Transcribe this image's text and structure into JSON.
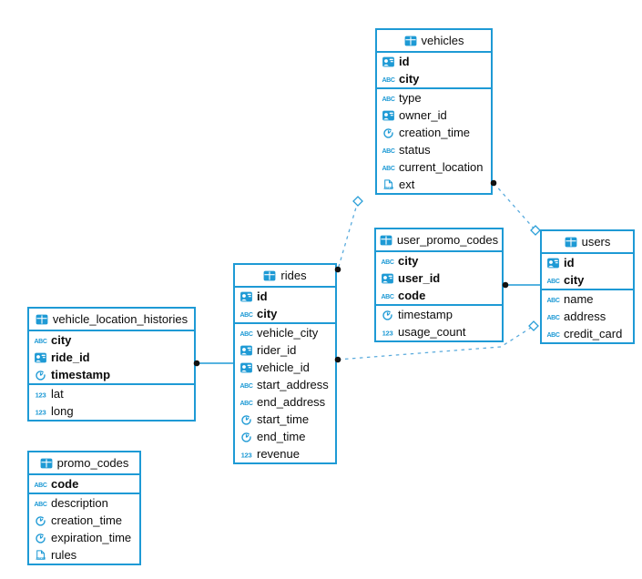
{
  "diagram": {
    "background_color": "#ffffff",
    "accent_color": "#1e9ad5",
    "relation_dash_color": "#5aabdd",
    "endpoint_dot_color": "#111111",
    "tables": [
      {
        "name": "vehicles",
        "icon": "table-icon",
        "primary_keys": [
          {
            "name": "id",
            "icon": "uuid-icon"
          },
          {
            "name": "city",
            "icon": "text-icon"
          }
        ],
        "columns": [
          {
            "name": "type",
            "icon": "text-icon"
          },
          {
            "name": "owner_id",
            "icon": "uuid-icon"
          },
          {
            "name": "creation_time",
            "icon": "time-icon"
          },
          {
            "name": "status",
            "icon": "text-icon"
          },
          {
            "name": "current_location",
            "icon": "text-icon"
          },
          {
            "name": "ext",
            "icon": "json-icon"
          }
        ]
      },
      {
        "name": "user_promo_codes",
        "icon": "table-icon",
        "primary_keys": [
          {
            "name": "city",
            "icon": "text-icon"
          },
          {
            "name": "user_id",
            "icon": "uuid-icon"
          },
          {
            "name": "code",
            "icon": "text-icon"
          }
        ],
        "columns": [
          {
            "name": "timestamp",
            "icon": "time-icon"
          },
          {
            "name": "usage_count",
            "icon": "number-icon"
          }
        ]
      },
      {
        "name": "users",
        "icon": "table-icon",
        "primary_keys": [
          {
            "name": "id",
            "icon": "uuid-icon"
          },
          {
            "name": "city",
            "icon": "text-icon"
          }
        ],
        "columns": [
          {
            "name": "name",
            "icon": "text-icon"
          },
          {
            "name": "address",
            "icon": "text-icon"
          },
          {
            "name": "credit_card",
            "icon": "text-icon"
          }
        ]
      },
      {
        "name": "rides",
        "icon": "table-icon",
        "primary_keys": [
          {
            "name": "id",
            "icon": "uuid-icon"
          },
          {
            "name": "city",
            "icon": "text-icon"
          }
        ],
        "columns": [
          {
            "name": "vehicle_city",
            "icon": "text-icon"
          },
          {
            "name": "rider_id",
            "icon": "uuid-icon"
          },
          {
            "name": "vehicle_id",
            "icon": "uuid-icon"
          },
          {
            "name": "start_address",
            "icon": "text-icon"
          },
          {
            "name": "end_address",
            "icon": "text-icon"
          },
          {
            "name": "start_time",
            "icon": "time-icon"
          },
          {
            "name": "end_time",
            "icon": "time-icon"
          },
          {
            "name": "revenue",
            "icon": "number-icon"
          }
        ]
      },
      {
        "name": "vehicle_location_histories",
        "icon": "table-icon",
        "primary_keys": [
          {
            "name": "city",
            "icon": "text-icon"
          },
          {
            "name": "ride_id",
            "icon": "uuid-icon"
          },
          {
            "name": "timestamp",
            "icon": "time-icon"
          }
        ],
        "columns": [
          {
            "name": "lat",
            "icon": "number-icon"
          },
          {
            "name": "long",
            "icon": "number-icon"
          }
        ]
      },
      {
        "name": "promo_codes",
        "icon": "table-icon",
        "primary_keys": [
          {
            "name": "code",
            "icon": "text-icon"
          }
        ],
        "columns": [
          {
            "name": "description",
            "icon": "text-icon"
          },
          {
            "name": "creation_time",
            "icon": "time-icon"
          },
          {
            "name": "expiration_time",
            "icon": "time-icon"
          },
          {
            "name": "rules",
            "icon": "json-icon"
          }
        ]
      }
    ],
    "relations": [
      {
        "from": "vehicles",
        "to": "users",
        "style": "dashed"
      },
      {
        "from": "vehicles",
        "to": "rides",
        "style": "dashed"
      },
      {
        "from": "rides",
        "to": "users",
        "style": "dashed"
      },
      {
        "from": "user_promo_codes",
        "to": "users",
        "style": "solid"
      },
      {
        "from": "vehicle_location_histories",
        "to": "rides",
        "style": "solid"
      }
    ]
  }
}
